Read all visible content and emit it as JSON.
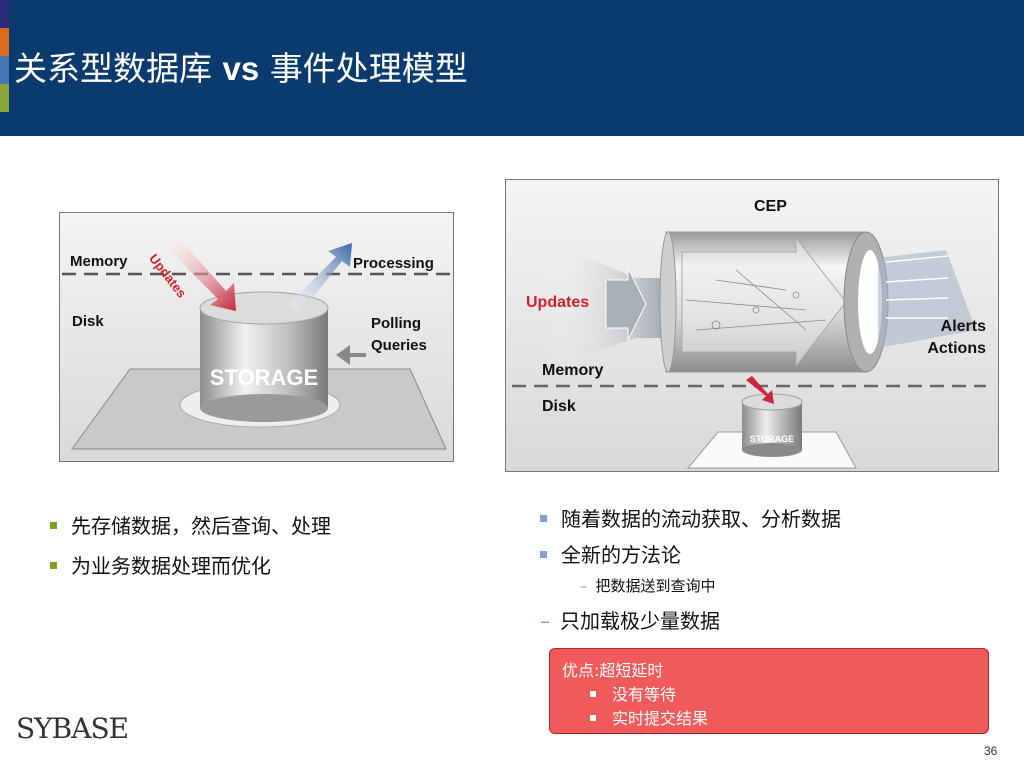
{
  "header": {
    "title_prefix": "关系型数据库 ",
    "title_vs": "vs",
    "title_suffix": " 事件处理模型"
  },
  "left_diagram": {
    "memory": "Memory",
    "disk": "Disk",
    "updates": "Updates",
    "processing": "Processing",
    "polling_line1": "Polling",
    "polling_line2": "Queries",
    "storage": "STORAGE"
  },
  "right_diagram": {
    "cep": "CEP",
    "updates": "Updates",
    "memory": "Memory",
    "disk": "Disk",
    "alerts": "Alerts",
    "actions": "Actions",
    "storage": "STORAGE"
  },
  "left_bullets": [
    "先存储数据，然后查询、处理",
    "为业务数据处理而优化"
  ],
  "right_bullets": {
    "item1": "随着数据的流动获取、分析数据",
    "item2": "全新的方法论",
    "sub1": "把数据送到查询中",
    "item3": "只加载极少量数据"
  },
  "advantages": {
    "heading": "优点:超短延时",
    "items": [
      "没有等待",
      "实时提交结果"
    ]
  },
  "footer": {
    "logo": "SYBASE",
    "page_number": "36"
  },
  "colors": {
    "header_bg": "#0b3a6e",
    "bullet_green": "#7aa326",
    "bullet_blue": "#7fa2cf",
    "updates_red": "#d3202a",
    "box_red": "#f05a5a"
  }
}
